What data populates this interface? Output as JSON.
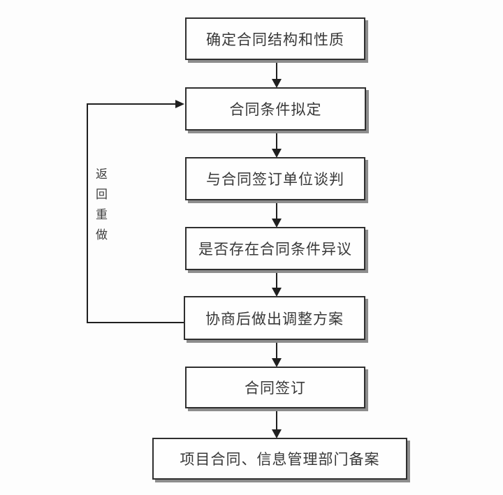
{
  "diagram": {
    "type": "flowchart",
    "direction": "top-down",
    "nodes": [
      {
        "id": "determine-structure",
        "label": "确定合同结构和性质"
      },
      {
        "id": "draft-conditions",
        "label": "合同条件拟定"
      },
      {
        "id": "negotiate-with-unit",
        "label": "与合同签订单位谈判"
      },
      {
        "id": "objection-check",
        "label": "是否存在合同条件异议"
      },
      {
        "id": "adjustment-plan",
        "label": "协商后做出调整方案"
      },
      {
        "id": "sign-contract",
        "label": "合同签订"
      },
      {
        "id": "department-filing",
        "label": "项目合同、信息管理部门备案"
      }
    ],
    "edges": [
      {
        "from": "determine-structure",
        "to": "draft-conditions"
      },
      {
        "from": "draft-conditions",
        "to": "negotiate-with-unit"
      },
      {
        "from": "negotiate-with-unit",
        "to": "objection-check"
      },
      {
        "from": "objection-check",
        "to": "adjustment-plan"
      },
      {
        "from": "adjustment-plan",
        "to": "sign-contract"
      },
      {
        "from": "sign-contract",
        "to": "department-filing"
      },
      {
        "from": "adjustment-plan",
        "to": "draft-conditions",
        "label": "返回重做",
        "kind": "feedback-loop"
      }
    ],
    "loop_label": "返回重做",
    "colors": {
      "background": "#fdfdfd",
      "node_fill": "#fefefe",
      "node_border": "#2f2f2f",
      "node_shadow": "#8d8d8d",
      "line": "#1f1f1f",
      "text": "#383838"
    }
  }
}
